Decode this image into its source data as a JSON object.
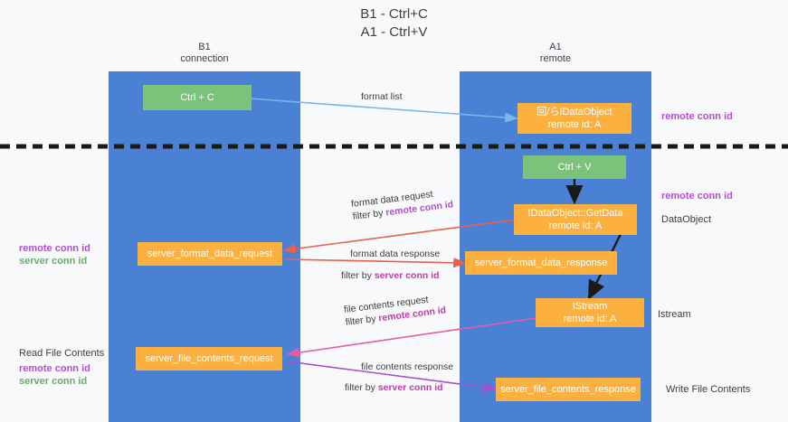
{
  "title": {
    "line1": "B1 - Ctrl+C",
    "line2": "A1 - Ctrl+V"
  },
  "columns": {
    "left": {
      "name": "B1",
      "role": "connection"
    },
    "right": {
      "name": "A1",
      "role": "remote"
    }
  },
  "colors": {
    "lane": "#4a81d4",
    "green_box": "#7bc27b",
    "orange_box": "#fbb040",
    "purple_text": "#b24fd0",
    "green_text": "#6aab6a",
    "magenta_text": "#c936a8",
    "blue_arrow": "#7ab6e8",
    "red_arrow": "#e8614d",
    "pink_arrow": "#e85aa8",
    "violet_arrow": "#a24fd0",
    "black_arrow": "#1a1a1a",
    "divider": "#1a1a1a"
  },
  "boxes": {
    "ctrl_c": {
      "label": "Ctrl + C",
      "sub": ""
    },
    "idataobject_remote": {
      "label": "回/らIDataObject",
      "sub": "remote id: A"
    },
    "ctrl_v": {
      "label": "Ctrl + V",
      "sub": ""
    },
    "getdata": {
      "label": "IDataObject::GetData",
      "sub": "remote id: A"
    },
    "server_format_data_request": {
      "label": "server_format_data_request",
      "sub": ""
    },
    "server_format_data_response": {
      "label": "server_format_data_response",
      "sub": ""
    },
    "istream": {
      "label": "IStream",
      "sub": "remote id: A"
    },
    "server_file_contents_request": {
      "label": "server_file_contents_request",
      "sub": ""
    },
    "server_file_contents_response": {
      "label": "server_file_contents_response",
      "sub": ""
    }
  },
  "right_labels": {
    "remote_conn_id_top": "remote conn id",
    "remote_conn_id_mid": "remote conn id",
    "dataobject": "DataObject",
    "istream": "Istream",
    "write_file_contents": "Write File Contents"
  },
  "left_labels": {
    "remote_conn_id": "remote conn id",
    "server_conn_id": "server conn id",
    "read_file_contents": "Read File Contents",
    "remote_conn_id_2": "remote conn id",
    "server_conn_id_2": "server conn id"
  },
  "wire_labels": {
    "format_list": "format list",
    "format_data_request": "format data request",
    "format_data_request_filter_prefix": "filter by ",
    "format_data_request_filter_key": "remote conn id",
    "format_data_response": "format data response",
    "format_data_response_filter_prefix": "filter by ",
    "format_data_response_filter_key": "server conn id",
    "file_contents_request": "file contents request",
    "file_contents_request_filter_prefix": "filter by ",
    "file_contents_request_filter_key": "remote conn id",
    "file_contents_response": "file contents response",
    "file_contents_response_filter_prefix": "filter by ",
    "file_contents_response_filter_key": "server conn id"
  }
}
